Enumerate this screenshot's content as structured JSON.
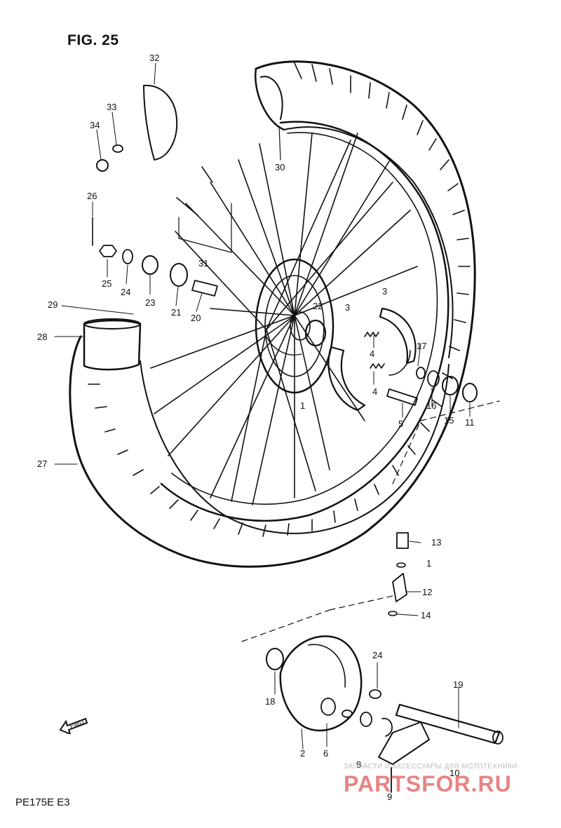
{
  "figure": {
    "title": "FIG. 25",
    "model": "PE175E  E3",
    "fwd_label": "FWD"
  },
  "watermark": {
    "top_text": "ЗАПЧАСТИ И АКСЕССУАРЫ ДЛЯ МОТОТЕХНИКИ",
    "main_text": "PARTSFOR.RU"
  },
  "callouts": {
    "p1a": "1",
    "p1b": "1",
    "p2": "2",
    "p3a": "3",
    "p3b": "3",
    "p4a": "4",
    "p4b": "4",
    "p5": "5",
    "p6": "6",
    "p8": "8",
    "p9": "9",
    "p10": "10",
    "p11": "11",
    "p12": "12",
    "p13": "13",
    "p14": "14",
    "p15": "15",
    "p16": "16",
    "p17": "17",
    "p18": "18",
    "p19": "19",
    "p20": "20",
    "p21": "21",
    "p22": "22",
    "p23": "23",
    "p24a": "24",
    "p24b": "24",
    "p25": "25",
    "p26": "26",
    "p27": "27",
    "p28": "28",
    "p29": "29",
    "p30": "30",
    "p31": "31",
    "p32": "32",
    "p33": "33",
    "p34": "34"
  }
}
